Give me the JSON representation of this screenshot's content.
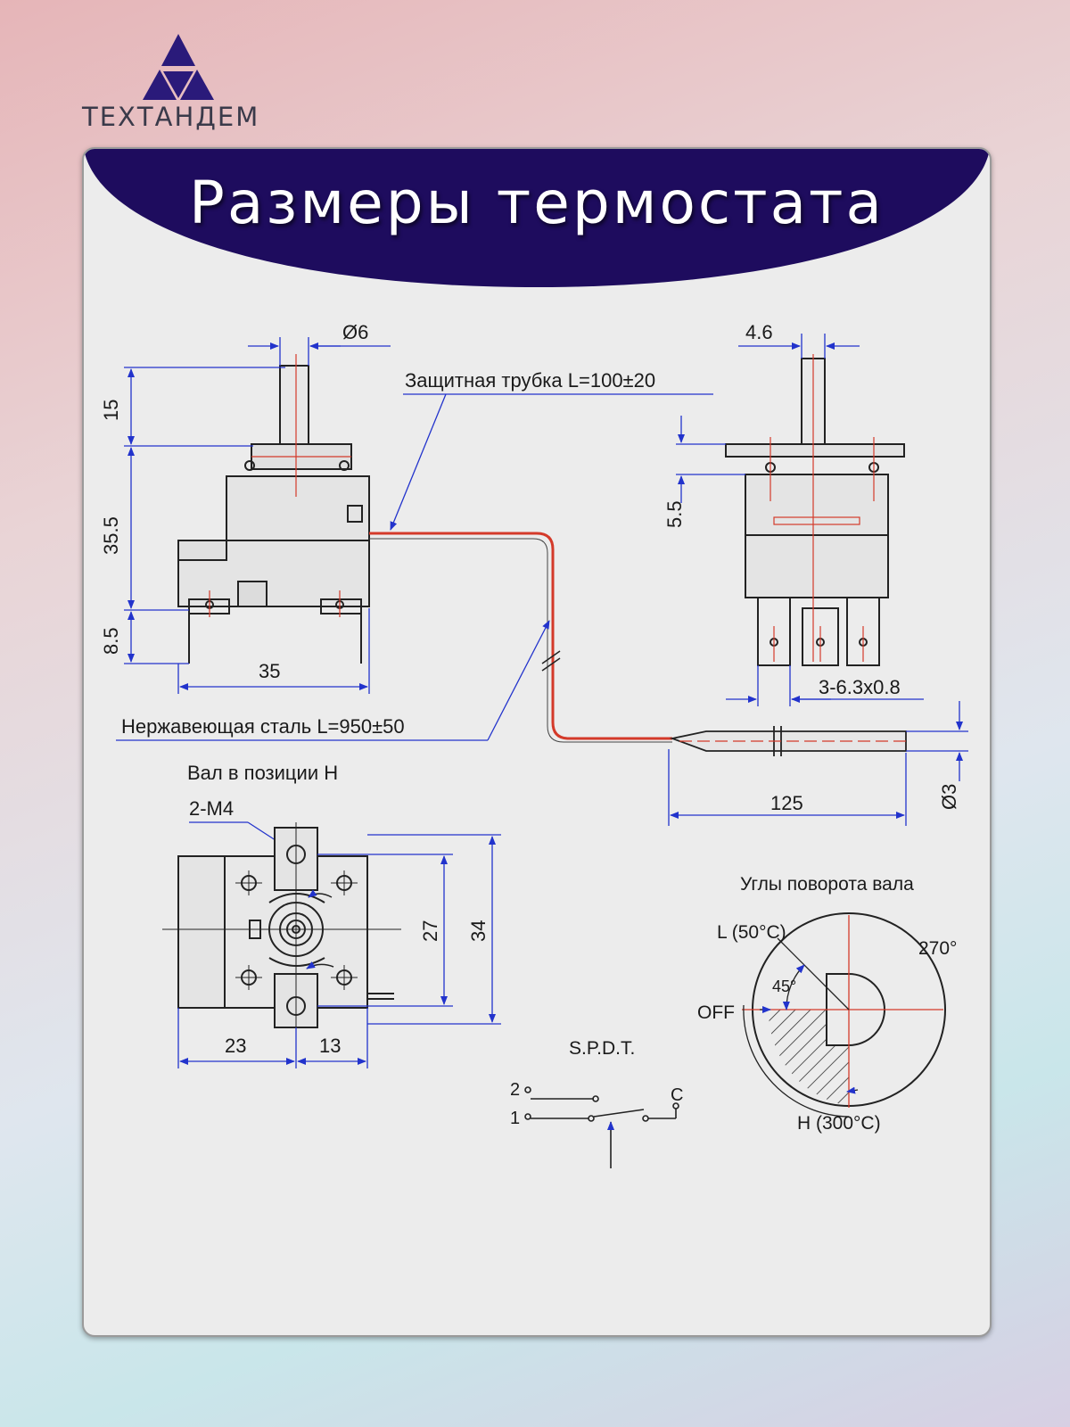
{
  "brand": {
    "name": "ТЕХТАНДЕМ"
  },
  "title": "Размеры термостата",
  "colors": {
    "accent": "#211060",
    "dimension": "#2233cc",
    "wire": "#d43a2a",
    "drawing": "#222222"
  },
  "labels": {
    "shaft_diameter": "Ø6",
    "shaft_width": "4.6",
    "protective_tube": "Защитная трубка L=100±20",
    "steel_capillary": "Нержавеющая сталь L=950±50",
    "dim_15": "15",
    "dim_35_5": "35.5",
    "dim_8_5": "8.5",
    "dim_35": "35",
    "dim_5_5": "5.5",
    "terminals": "3-6.3x0.8",
    "bulb_length": "125",
    "bulb_diameter": "Ø3",
    "shaft_position": "Вал в позиции H",
    "screws": "2-M4",
    "dim_27": "27",
    "dim_34": "34",
    "dim_23": "23",
    "dim_13": "13",
    "rotation_title": "Углы поворота вала",
    "low_pos": "L (50°C)",
    "angle_270": "270°",
    "angle_45": "45°",
    "off_pos": "OFF",
    "high_pos": "H (300°C)",
    "spdt_title": "S.P.D.T.",
    "contact_2": "2",
    "contact_1": "1",
    "contact_c": "C"
  }
}
